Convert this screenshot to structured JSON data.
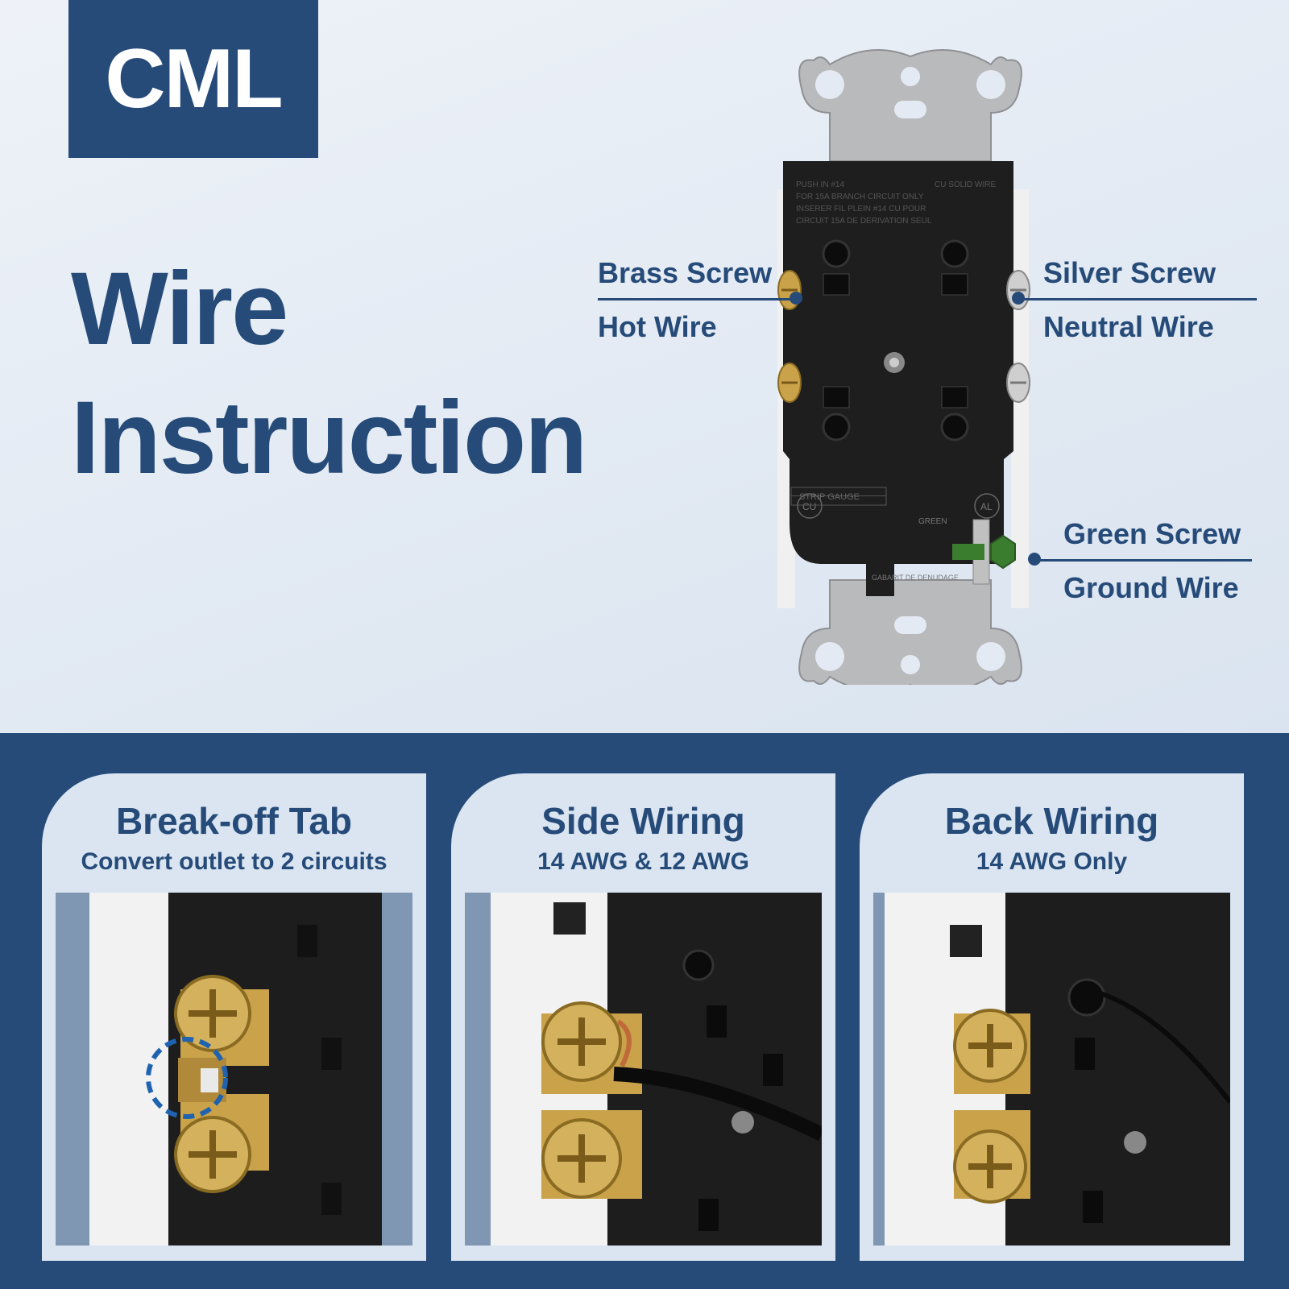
{
  "brand": {
    "logo_text": "CML"
  },
  "headline": {
    "line1": "Wire",
    "line2": "Instruction"
  },
  "outlet_back_text": {
    "label_top": [
      "PUSH  IN  #14",
      "CU SOLID WIRE",
      "FOR 15A BRANCH CIRCUIT ONLY",
      "INSERER FIL PLEIN #14 CU POUR",
      "CIRCUIT 15A DE DERIVATION SEUL"
    ],
    "strip_gauge": "STRIP GAUGE",
    "gabarit": "GABARIT DE DENUDAGE",
    "green": "GREEN",
    "cu": "CU",
    "al": "AL"
  },
  "callouts": {
    "brass": {
      "title": "Brass Screw",
      "subtitle": "Hot Wire"
    },
    "silver": {
      "title": "Silver Screw",
      "subtitle": "Neutral Wire"
    },
    "green": {
      "title": "Green Screw",
      "subtitle": "Ground Wire"
    }
  },
  "panels": [
    {
      "title": "Break-off Tab",
      "subtitle": "Convert outlet to 2 circuits"
    },
    {
      "title": "Side Wiring",
      "subtitle": "14 AWG & 12 AWG"
    },
    {
      "title": "Back Wiring",
      "subtitle": "14 AWG Only"
    }
  ],
  "colors": {
    "primary": "#264b79",
    "brass": "#c9a24a",
    "silver": "#c8c8c8",
    "green": "#3b7d2e",
    "outlet_body": "#1e1e1e"
  }
}
